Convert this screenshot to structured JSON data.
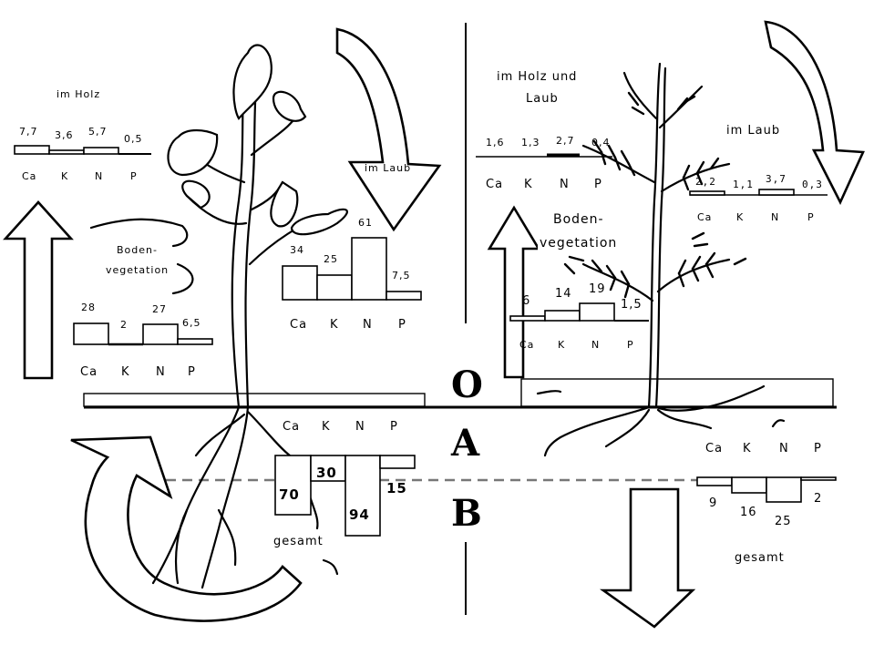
{
  "horizons": {
    "o": "O",
    "a": "A",
    "b": "B"
  },
  "nutrient_labels": {
    "ca": "Ca",
    "k": "K",
    "n": "N",
    "p": "P"
  },
  "left": {
    "holz": {
      "title": "im Holz",
      "values": [
        "7,7",
        "3,6",
        "5,7",
        "0,5"
      ]
    },
    "laub": {
      "title": "im Laub",
      "values": [
        "34",
        "25",
        "61",
        "7,5"
      ]
    },
    "bodenvegetation": {
      "line1": "Boden-",
      "line2": "vegetation",
      "values": [
        "28",
        "2",
        "27",
        "6,5"
      ]
    },
    "soil": {
      "values": [
        "70",
        "30",
        "94",
        "15"
      ],
      "total_label": "gesamt"
    }
  },
  "right": {
    "holz_laub": {
      "line1": "im Holz und",
      "line2": "Laub",
      "values": [
        "1,6",
        "1,3",
        "2,7",
        "0,4"
      ]
    },
    "laub": {
      "title": "im Laub",
      "values": [
        "2,2",
        "1,1",
        "3,7",
        "0,3"
      ]
    },
    "bodenvegetation": {
      "line1": "Boden-",
      "line2": "vegetation",
      "values": [
        "6",
        "14",
        "19",
        "1,5"
      ]
    },
    "soil": {
      "values": [
        "9",
        "16",
        "25",
        "2"
      ],
      "total_label": "gesamt"
    }
  }
}
